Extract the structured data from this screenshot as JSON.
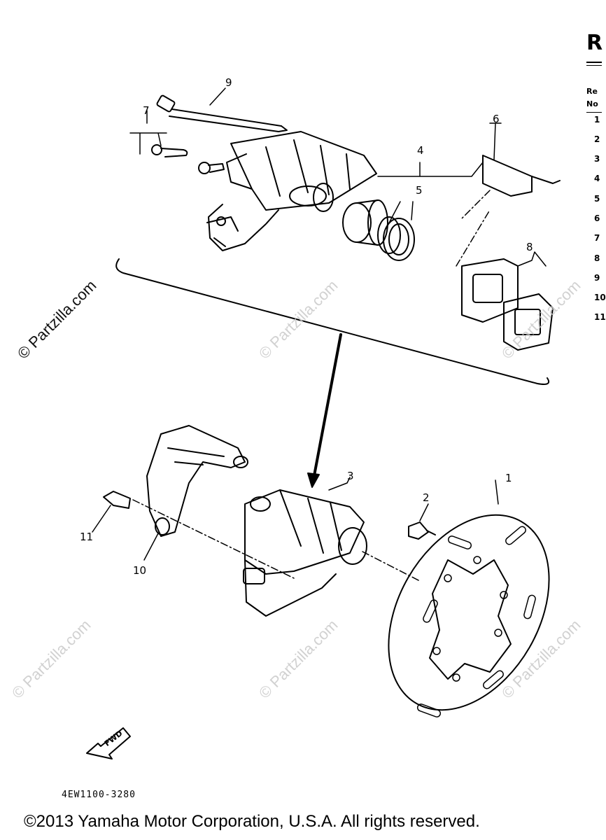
{
  "diagram": {
    "callouts": [
      "1",
      "2",
      "3",
      "4",
      "5",
      "6",
      "7",
      "8",
      "9",
      "10",
      "11"
    ],
    "fwd_label": "FWD",
    "drawing_code": "4EW1100-3280"
  },
  "watermark": {
    "text": "© Partzilla.com",
    "faded_text": "© Partzilla.com"
  },
  "side_table": {
    "title": "R",
    "header_line1": "Re",
    "header_line2": "No",
    "rows": [
      "1",
      "2",
      "3",
      "4",
      "5",
      "6",
      "7",
      "8",
      "9",
      "10",
      "11"
    ]
  },
  "footer": {
    "copyright": "©2013 Yamaha Motor Corporation, U.S.A. All rights reserved."
  }
}
